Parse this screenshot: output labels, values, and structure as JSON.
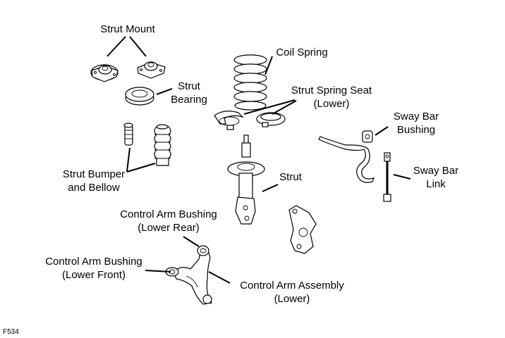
{
  "diagram": {
    "labels": {
      "strut_mount": "Strut Mount",
      "coil_spring": "Coil Spring",
      "strut_bearing": [
        "Strut",
        "Bearing"
      ],
      "strut_spring_seat": [
        "Strut Spring Seat",
        "(Lower)"
      ],
      "sway_bar_bushing": [
        "Sway Bar",
        "Bushing"
      ],
      "strut_bumper": [
        "Strut Bumper",
        "and Bellow"
      ],
      "strut": "Strut",
      "sway_bar_link": [
        "Sway Bar",
        "Link"
      ],
      "ca_bushing_rear": [
        "Control Arm Bushing",
        "(Lower Rear)"
      ],
      "ca_bushing_front": [
        "Control Arm Bushing",
        "(Lower Front)"
      ],
      "ca_assembly": [
        "Control Arm Assembly",
        "(Lower)"
      ]
    },
    "figure_code": "F534"
  }
}
